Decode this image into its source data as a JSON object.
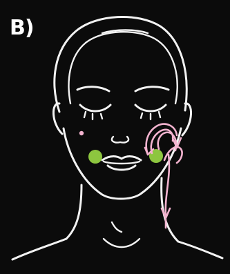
{
  "figure": {
    "panel_label": "B)",
    "colors": {
      "background": "#0b0b0b",
      "line_art": "#f2f2f2",
      "pressure_points": "#8dc63f",
      "massage_strokes": "#f3b3cf"
    },
    "icons": [
      "face-outline",
      "pressure-point-marker",
      "massage-stroke-arrow"
    ]
  }
}
